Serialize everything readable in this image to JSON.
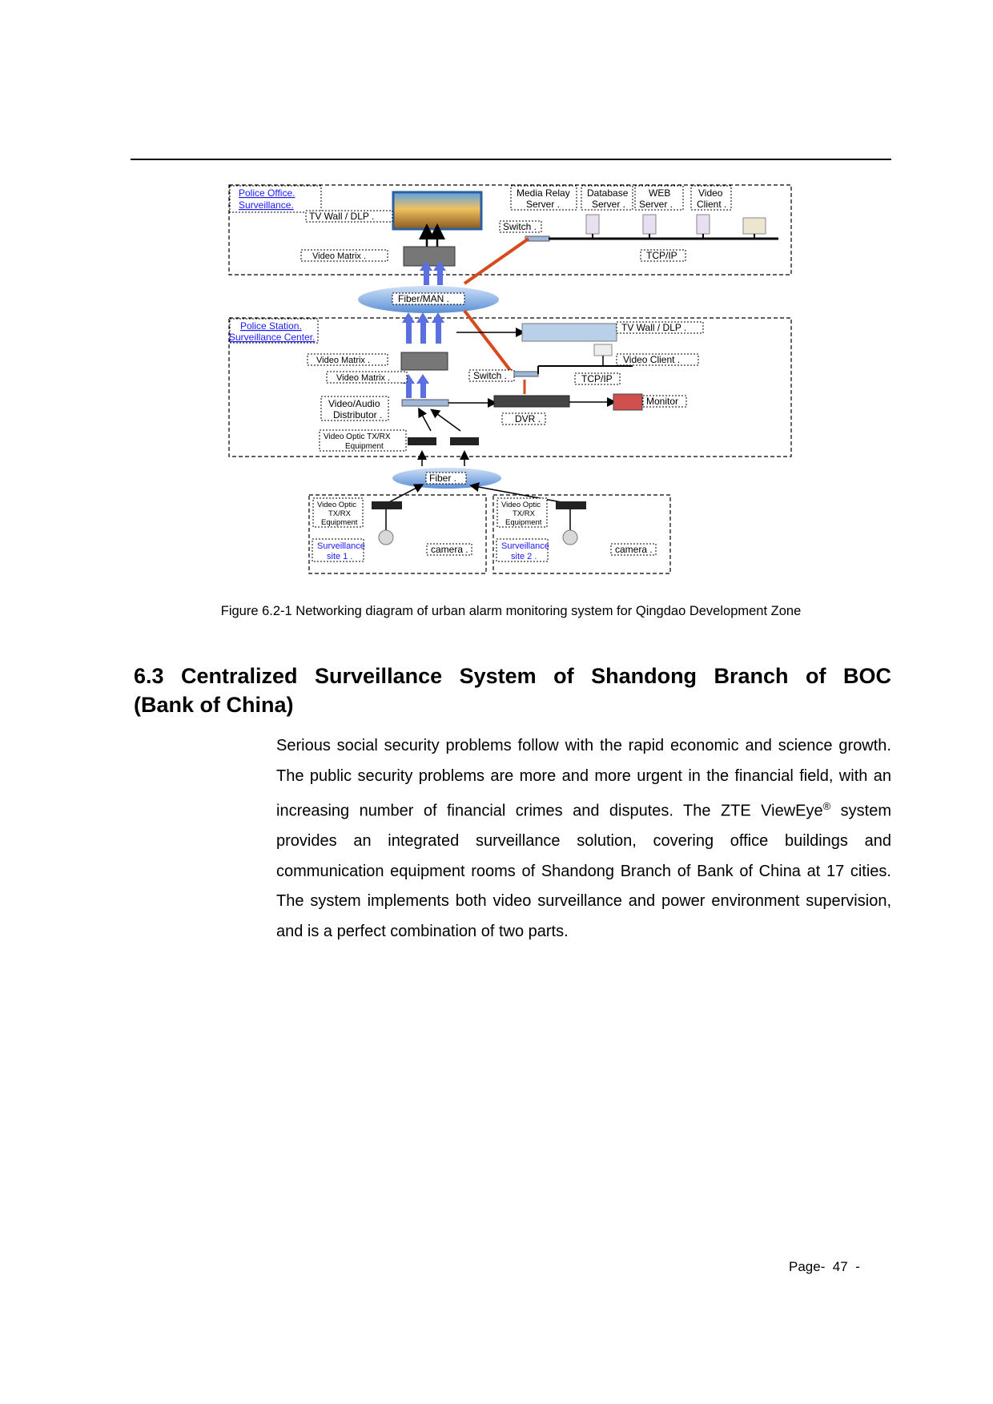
{
  "figure": {
    "police_office": {
      "line1": "Police Office.",
      "line2": "Surveillance."
    },
    "top_tv_wall": "TV Wall / DLP .",
    "top_video_matrix": "Video Matrix .",
    "servers": [
      {
        "line1": "Media Relay",
        "line2": "Server ."
      },
      {
        "line1": "Database",
        "line2": "Server ."
      },
      {
        "line1": "WEB",
        "line2": "Server ."
      },
      {
        "line1": "Video",
        "line2": "Client ."
      }
    ],
    "top_switch": "Switch .",
    "top_tcpip": "TCP/IP",
    "fiber_man": "Fiber/MAN .",
    "police_station": {
      "line1": "Police Station.",
      "line2": "Surveillance Center."
    },
    "mid_tv_wall": "TV Wall / DLP .",
    "mid_video_matrix_1": "Video Matrix .",
    "mid_video_matrix_2": "Video Matrix .",
    "mid_video_client": "Video Client .",
    "mid_switch": "Switch .",
    "mid_tcpip": "TCP/IP",
    "distributor": {
      "line1": "Video/Audio",
      "line2": "Distributor ."
    },
    "dvr": "DVR .",
    "monitor": "Monitor",
    "optic_mid": {
      "line1": "Video Optic TX/RX",
      "line2": "Equipment"
    },
    "fiber": "Fiber .",
    "site1": {
      "optic1": "Video Optic",
      "optic2": "TX/RX",
      "optic3": "Equipment",
      "name1": "Surveillance",
      "name2": "site 1 .",
      "camera": "camera ."
    },
    "site2": {
      "optic1": "Video Optic",
      "optic2": "TX/RX",
      "optic3": "Equipment",
      "name1": "Surveillance",
      "name2": "site 2 .",
      "camera": "camera ."
    }
  },
  "caption": "Figure 6.2-1 Networking diagram of urban alarm monitoring system for Qingdao Development Zone",
  "heading": {
    "line1": "6.3 Centralized Surveillance System of Shandong Branch of BOC",
    "line2": "(Bank of China)"
  },
  "body": {
    "part1": "Serious social security problems follow with the rapid economic and science growth. The public security problems are more and more urgent in the financial field, with an increasing number of financial crimes and disputes. The ZTE ViewEye",
    "sup": "®",
    "part2": " system provides an integrated surveillance solution, covering office buildings and communication equipment rooms of Shandong Branch of Bank of China at 17 cities. The system implements both video surveillance and power environment supervision, and is a perfect combination of two parts."
  },
  "page_number": "Page-  47  -",
  "colors": {
    "label_blue": "#1a1aff",
    "arrow_blue": "#5a6fe0",
    "link_orange": "#d64a1c",
    "cloud": "#5b8fd6"
  }
}
